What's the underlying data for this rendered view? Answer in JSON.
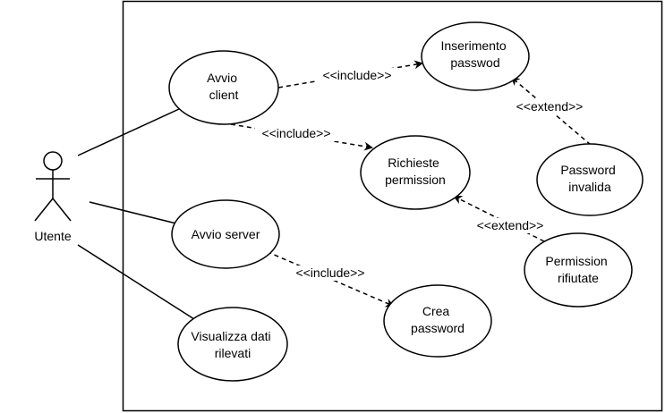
{
  "actor": {
    "label": "Utente"
  },
  "use_cases": {
    "avvio_client": [
      "Avvio",
      "client"
    ],
    "inserimento_password": [
      "Inserimento",
      "passwod"
    ],
    "richieste_permission": [
      "Richieste",
      "permission"
    ],
    "password_invalida": [
      "Password",
      "invalida"
    ],
    "avvio_server": [
      "Avvio server"
    ],
    "permission_rifiutate": [
      "Permission",
      "rifiutate"
    ],
    "crea_password": [
      "Crea",
      "password"
    ],
    "visualizza_dati": [
      "Visualizza dati",
      "rilevati"
    ]
  },
  "relations": {
    "include_1": "<<include>>",
    "include_2": "<<include>>",
    "include_3": "<<include>>",
    "extend_1": "<<extend>>",
    "extend_2": "<<extend>>"
  },
  "colors": {
    "stroke": "#000000",
    "background": "#ffffff"
  }
}
